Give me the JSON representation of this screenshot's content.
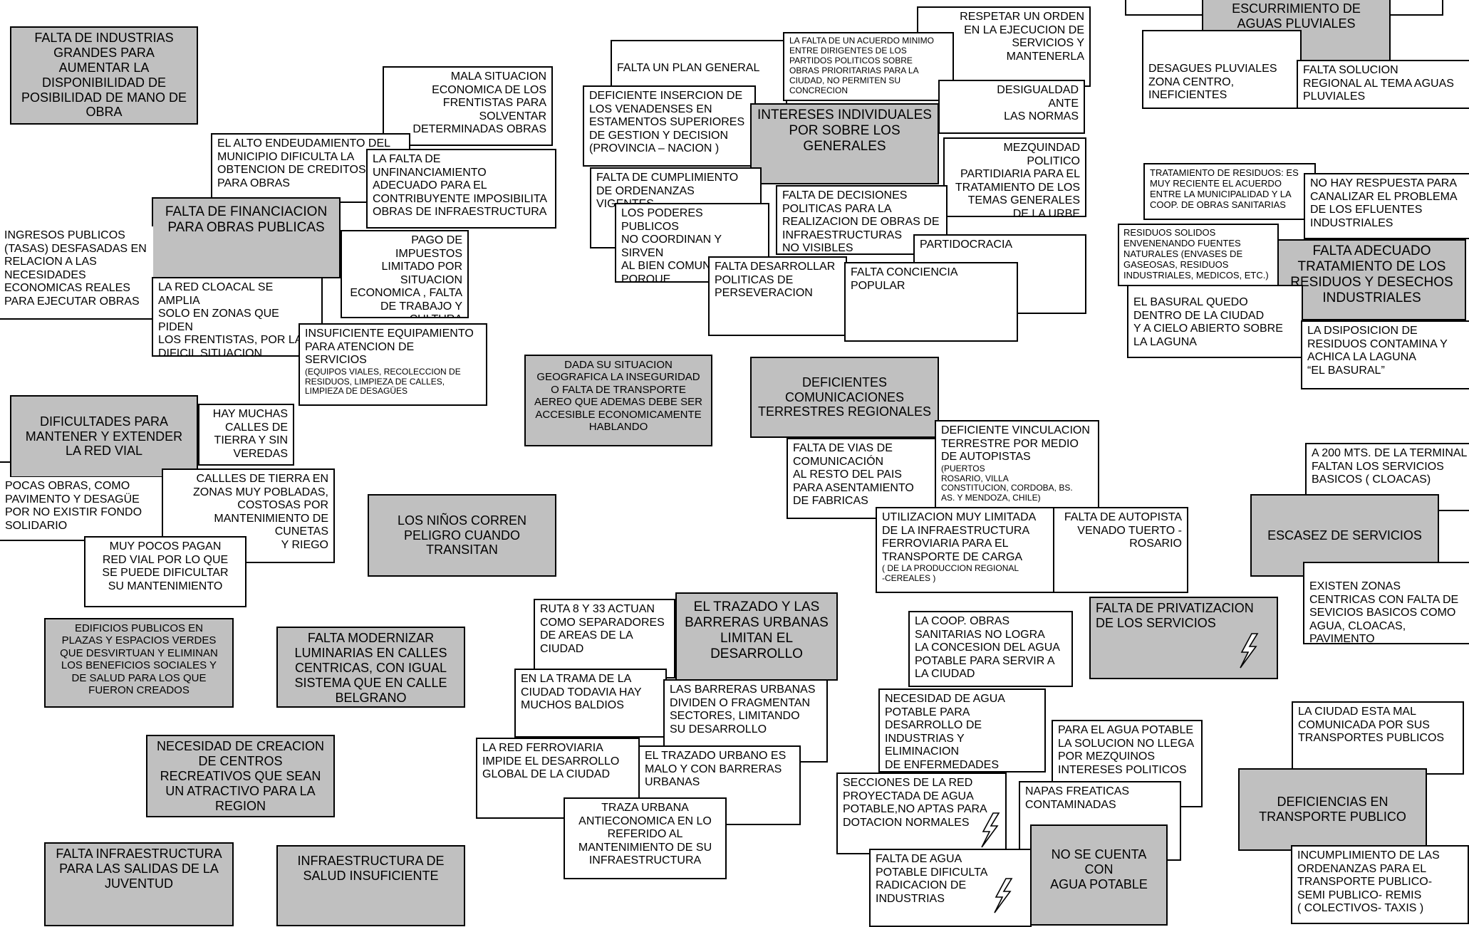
{
  "colors": {
    "gray_box": "#c0c0c0",
    "white_box": "#ffffff",
    "border": "#000000"
  },
  "boxes": {
    "b01": "FALTA DE INDUSTRIAS\nGRANDES PARA\nAUMENTAR LA\nDISPONIBILIDAD DE\nPOSIBILIDAD DE MANO DE\nOBRA",
    "b02": "MALA SITUACION\nECONOMICA DE LOS\nFRENTISTAS PARA\nSOLVENTAR\nDETERMINADAS OBRAS",
    "b03": "EL ALTO ENDEUDAMIENTO DEL\nMUNICIPIO DIFICULTA  LA\nOBTENCION DE CREDITOS\nPARA OBRAS",
    "b04": "LA FALTA DE\nUNFINANCIAMIENTO\nADECUADO PARA EL\nCONTRIBUYENTE IMPOSIBILITA\nOBRAS DE INFRAESTRUCTURA",
    "b05": "FALTA DE FINANCIACION\nPARA OBRAS PUBLICAS",
    "b06": "INGRESOS PUBLICOS\n(TASAS) DESFASADAS EN\nRELACION A LAS\nNECESIDADES\nECONOMICAS REALES\nPARA EJECUTAR OBRAS",
    "b07": "PAGO DE IMPUESTOS\nLIMITADO POR\nSITUACION\nECONOMICA , FALTA\nDE TRABAJO Y\nCULTURA SOLIDARIA",
    "b08": "LA RED CLOACAL SE AMPLIA\nSOLO EN ZONAS QUE PIDEN\nLOS FRENTISTAS, POR LA\nDIFICIL SITUACION\nECONOMICA",
    "b09_main": "INSUFICIENTE EQUIPAMIENTO\nPARA ATENCION DE\nSERVICIOS",
    "b09_sub": "(EQUIPOS VIALES, RECOLECCION DE\nRESIDUOS, LIMPIEZA DE CALLES,\nLIMPIEZA DE DESAGÜES",
    "b10": "DIFICULTADES PARA\nMANTENER Y EXTENDER\nLA RED VIAL",
    "b11": "HAY MUCHAS\nCALLES DE\nTIERRA Y SIN\nVEREDAS",
    "b12": "POCAS OBRAS, COMO\nPAVIMENTO Y DESAGÜE\nPOR NO EXISTIR FONDO\nSOLIDARIO",
    "b13": "CALLLES DE TIERRA EN\nZONAS MUY POBLADAS,\nCOSTOSAS POR\nMANTENIMIENTO DE\nCUNETAS\nY RIEGO",
    "b14": "MUY POCOS PAGAN\nRED VIAL POR LO QUE\nSE PUEDE DIFICULTAR\nSU MANTENIMIENTO",
    "b15": "LOS NIÑOS CORREN\nPELIGRO CUANDO\nTRANSITAN",
    "b16": "EDIFICIOS PUBLICOS EN\nPLAZAS Y ESPACIOS VERDES\nQUE DESVIRTUAN Y ELIMINAN\nLOS BENEFICIOS SOCIALES Y\nDE SALUD PARA LOS QUE\nFUERON CREADOS",
    "b17": "FALTA MODERNIZAR\nLUMINARIAS EN CALLES\nCENTRICAS, CON IGUAL\nSISTEMA QUE EN CALLE\nBELGRANO",
    "b18": "NECESIDAD DE CREACION\nDE CENTROS\nRECREATIVOS QUE SEAN\nUN ATRACTIVO PARA LA\nREGION",
    "b19": "FALTA INFRAESTRUCTURA\nPARA LAS SALIDAS DE LA\nJUVENTUD",
    "b20": "INFRAESTRUCTURA DE\nSALUD INSUFICIENTE",
    "b21": "FALTA UN PLAN GENERAL",
    "b22": "LA FALTA DE UN ACUERDO MINIMO\nENTRE DIRIGENTES DE LOS\nPARTIDOS POLITICOS SOBRE\nOBRAS PRIORITARIAS PARA LA\nCIUDAD, NO PERMITEN SU\nCONCRECION",
    "b23": "RESPETAR UN ORDEN\nEN LA EJECUCION DE\nSERVICIOS Y\nMANTENERLA",
    "b24": "DEFICIENTE INSERCION DE\nLOS VENADENSES EN\nESTAMENTOS SUPERIORES\nDE GESTION Y DECISION\n(PROVINCIA – NACION )",
    "b25": "DESIGUALDAD\nANTE\nLAS NORMAS",
    "b26": "INTERESES INDIVIDUALES\nPOR SOBRE LOS\nGENERALES",
    "b27": "MEZQUINDAD POLITICO\nPARTIDIARIA PARA EL\nTRATAMIENTO DE LOS\nTEMAS GENERALES\nDE LA URBE",
    "b28": "FALTA DE CUMPLIMIENTO\nDE ORDENANZAS VIGENTES",
    "b29": "FALTA DE DECISIONES\nPOLITICAS PARA LA\nREALIZACION DE OBRAS DE\nINFRAESTRUCTURAS\nNO VISIBLES",
    "b30": "LOS PODERES PUBLICOS\nNO COORDINAN Y SIRVEN\nAL BIEN COMUN PORQUE\nHAY EGOISMO",
    "b31": "PARTIDOCRACIA",
    "b32": "FALTA DESARROLLAR\nPOLITICAS DE\nPERSEVERACION",
    "b33": "FALTA CONCIENCIA\nPOPULAR",
    "b34": "DADA SU SITUACION\nGEOGRAFICA LA INSEGURIDAD\nO FALTA DE TRANSPORTE\nAEREO QUE ADEMAS DEBE SER\nACCESIBLE ECONOMICAMENTE\nHABLANDO",
    "b35": "DEFICIENTES\nCOMUNICACIONES\nTERRESTRES REGIONALES",
    "b36": "FALTA DE VIAS DE\nCOMUNICACIÓN\nAL RESTO DEL PAIS\nPARA  ASENTAMIENTO\nDE FABRICAS",
    "b37_main": "DEFICIENTE VINCULACION\nTERRESTRE POR MEDIO\nDE AUTOPISTAS",
    "b37_sub": "(PUERTOS\nROSARIO, VILLA\nCONSTITUCION, CORDOBA, BS.\nAS. Y MENDOZA, CHILE)",
    "b38_main": "UTILIZACION MUY LIMITADA\nDE LA INFRAESTRUCTURA\nFERROVIARIA PARA EL\nTRANSPORTE DE CARGA",
    "b38_sub": "( DE LA PRODUCCION REGIONAL\n-CEREALES )",
    "b39": "FALTA DE AUTOPISTA\nVENADO TUERTO -\nROSARIO",
    "b40": "RUTA 8 Y 33 ACTUAN\nCOMO SEPARADORES\nDE AREAS DE LA\nCIUDAD",
    "b41": "EL TRAZADO Y LAS\nBARRERAS URBANAS\nLIMITAN EL\nDESARROLLO",
    "b42": "EN LA TRAMA DE LA\nCIUDAD TODAVIA HAY\nMUCHOS BALDIOS",
    "b43": "LAS BARRERAS URBANAS\nDIVIDEN O FRAGMENTAN\nSECTORES, LIMITANDO\nSU DESARROLLO",
    "b44": "LA RED FERROVIARIA\nIMPIDE EL DESARROLLO\nGLOBAL DE LA CIUDAD",
    "b45": "EL TRAZADO URBANO ES\nMALO Y  CON BARRERAS\nURBANAS",
    "b46": "TRAZA URBANA\nANTIECONOMICA EN LO\nREFERIDO AL\nMANTENIMIENTO DE SU\nINFRAESTRUCTURA",
    "b47": "ESCURRIMIENTO DE\nAGUAS PLUVIALES",
    "b48": "DESAGUES PLUVIALES\nZONA CENTRO,\nINEFICIENTES",
    "b49": "FALTA SOLUCION\nREGIONAL AL TEMA AGUAS\nPLUVIALES",
    "b50": "TRATAMIENTO DE RESIDUOS: ES\nMUY RECIENTE EL ACUERDO\nENTRE LA MUNICIPALIDAD Y LA\nCOOP. DE OBRAS SANITARIAS",
    "b51": "NO HAY RESPUESTA PARA\nCANALIZAR EL PROBLEMA\nDE LOS EFLUENTES\nINDUSTRIALES",
    "b52": "RESIDUOS SOLIDOS\nENVENENANDO FUENTES\nNATURALES (ENVASES DE\nGASEOSAS, RESIDUOS\nINDUSTRIALES, MEDICOS, ETC.)",
    "b53": "FALTA ADECUADO\nTRATAMIENTO DE LOS\nRESIDUOS Y DESECHOS\nINDUSTRIALES",
    "b54": "EL BASURAL QUEDO\nDENTRO DE LA CIUDAD\nY A CIELO ABIERTO SOBRE\nLA LAGUNA",
    "b55": "LA DSIPOSICION DE\nRESIDUOS  CONTAMINA Y\nACHICA  LA LAGUNA\n“EL BASURAL”",
    "b56": "A 200 MTS. DE LA TERMINAL\nFALTAN  LOS SERVICIOS\nBASICOS ( CLOACAS)",
    "b57": "ESCASEZ DE SERVICIOS",
    "b58": "EXISTEN ZONAS\nCENTRICAS CON FALTA DE\nSEVICIOS BASICOS COMO\nAGUA, CLOACAS,\nPAVIMENTO",
    "b59": "FALTA DE PRIVATIZACION\nDE LOS SERVICIOS",
    "b60": "LA COOP. OBRAS\nSANITARIAS NO LOGRA\nLA CONCESION DEL AGUA\nPOTABLE PARA SERVIR A\nLA CIUDAD",
    "b61": "NECESIDAD DE AGUA\nPOTABLE PARA\nDESARROLLO DE\nINDUSTRIAS Y ELIMINACION\nDE ENFERMEDADES\nHIDRICAS",
    "b62": "PARA EL AGUA POTABLE\nLA SOLUCION NO LLEGA\nPOR MEZQUINOS\nINTERESES POLITICOS",
    "b63": "SECCIONES DE LA RED\nPROYECTADA DE AGUA\nPOTABLE,NO APTAS PARA\nDOTACION NORMALES",
    "b64": "NAPAS FREATICAS\nCONTAMINADAS",
    "b65": "NO SE CUENTA CON\nAGUA POTABLE",
    "b66": "FALTA DE AGUA\nPOTABLE DIFICULTA\nRADICACION DE\nINDUSTRIAS",
    "b67": "LA CIUDAD ESTA MAL\nCOMUNICADA POR SUS\nTRANSPORTES PUBLICOS",
    "b68": "DEFICIENCIAS EN\nTRANSPORTE PUBLICO",
    "b69": "INCUMPLIMIENTO DE LAS\nORDENANZAS PARA EL\nTRANSPORTE PUBLICO-\nSEMI PUBLICO- REMIS\n( COLECTIVOS- TAXIS )"
  }
}
